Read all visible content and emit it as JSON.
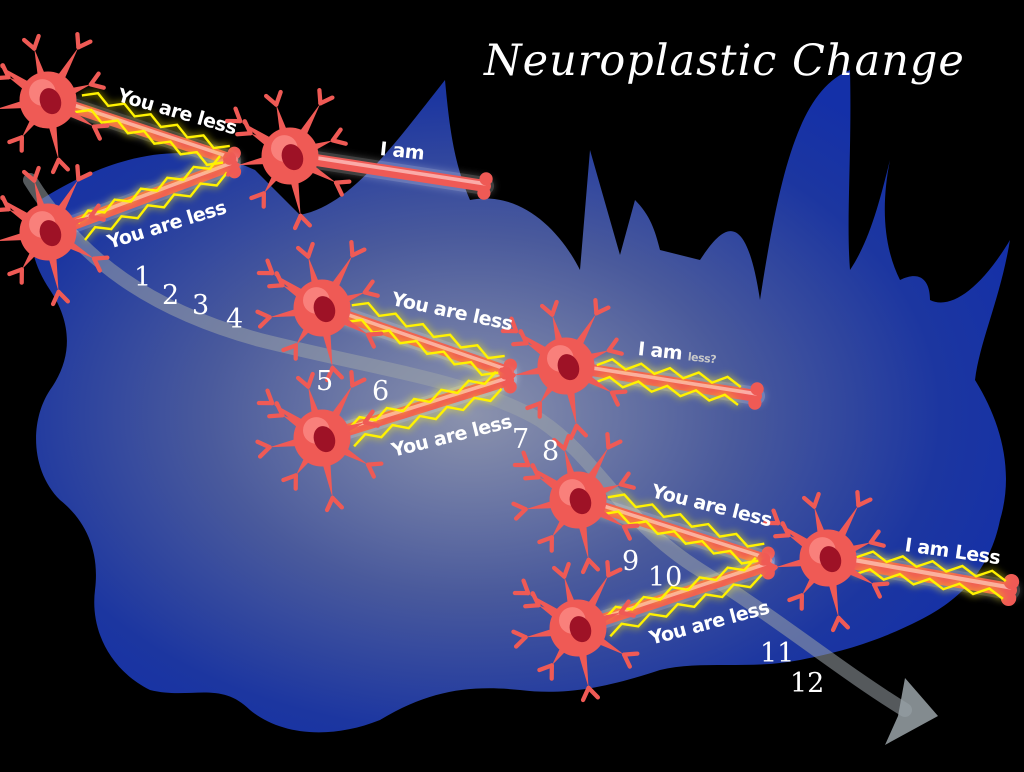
{
  "title": "Neuroplastic Change",
  "messages": {
    "m1": "You are less",
    "m2": "You are less",
    "m3": "I am",
    "m4": "You are less",
    "m5": "You are less",
    "m6_main": "I am",
    "m6_small": "less?",
    "m7": "You are less",
    "m8": "You are less",
    "m9": "I am Less"
  },
  "steps": [
    "1",
    "2",
    "3",
    "4",
    "5",
    "6",
    "7",
    "8",
    "9",
    "10",
    "11",
    "12"
  ],
  "colors": {
    "background": "#000000",
    "blob": "#1f3a9e",
    "neuron": "#ef5a55",
    "nucleus": "#9e1226",
    "signal": "#fff200",
    "arrow": "#9aa3a8"
  }
}
